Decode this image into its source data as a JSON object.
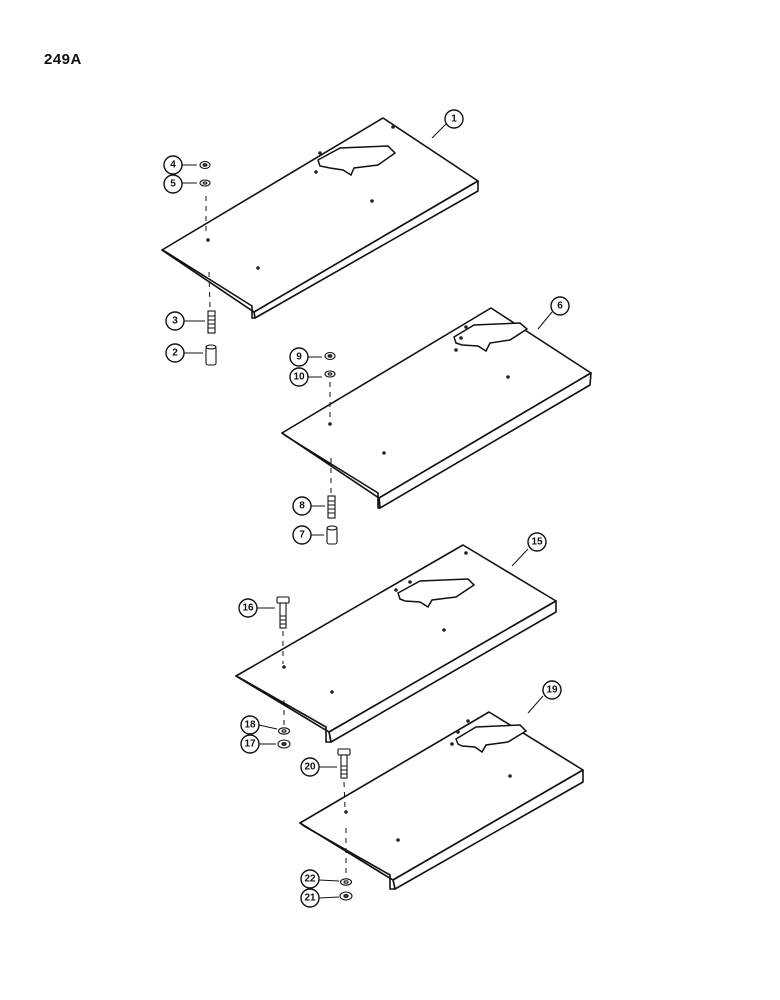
{
  "page_number": "249A",
  "callouts": [
    "1",
    "2",
    "3",
    "4",
    "5",
    "6",
    "7",
    "8",
    "9",
    "10",
    "15",
    "16",
    "17",
    "18",
    "19",
    "20",
    "21",
    "22"
  ]
}
